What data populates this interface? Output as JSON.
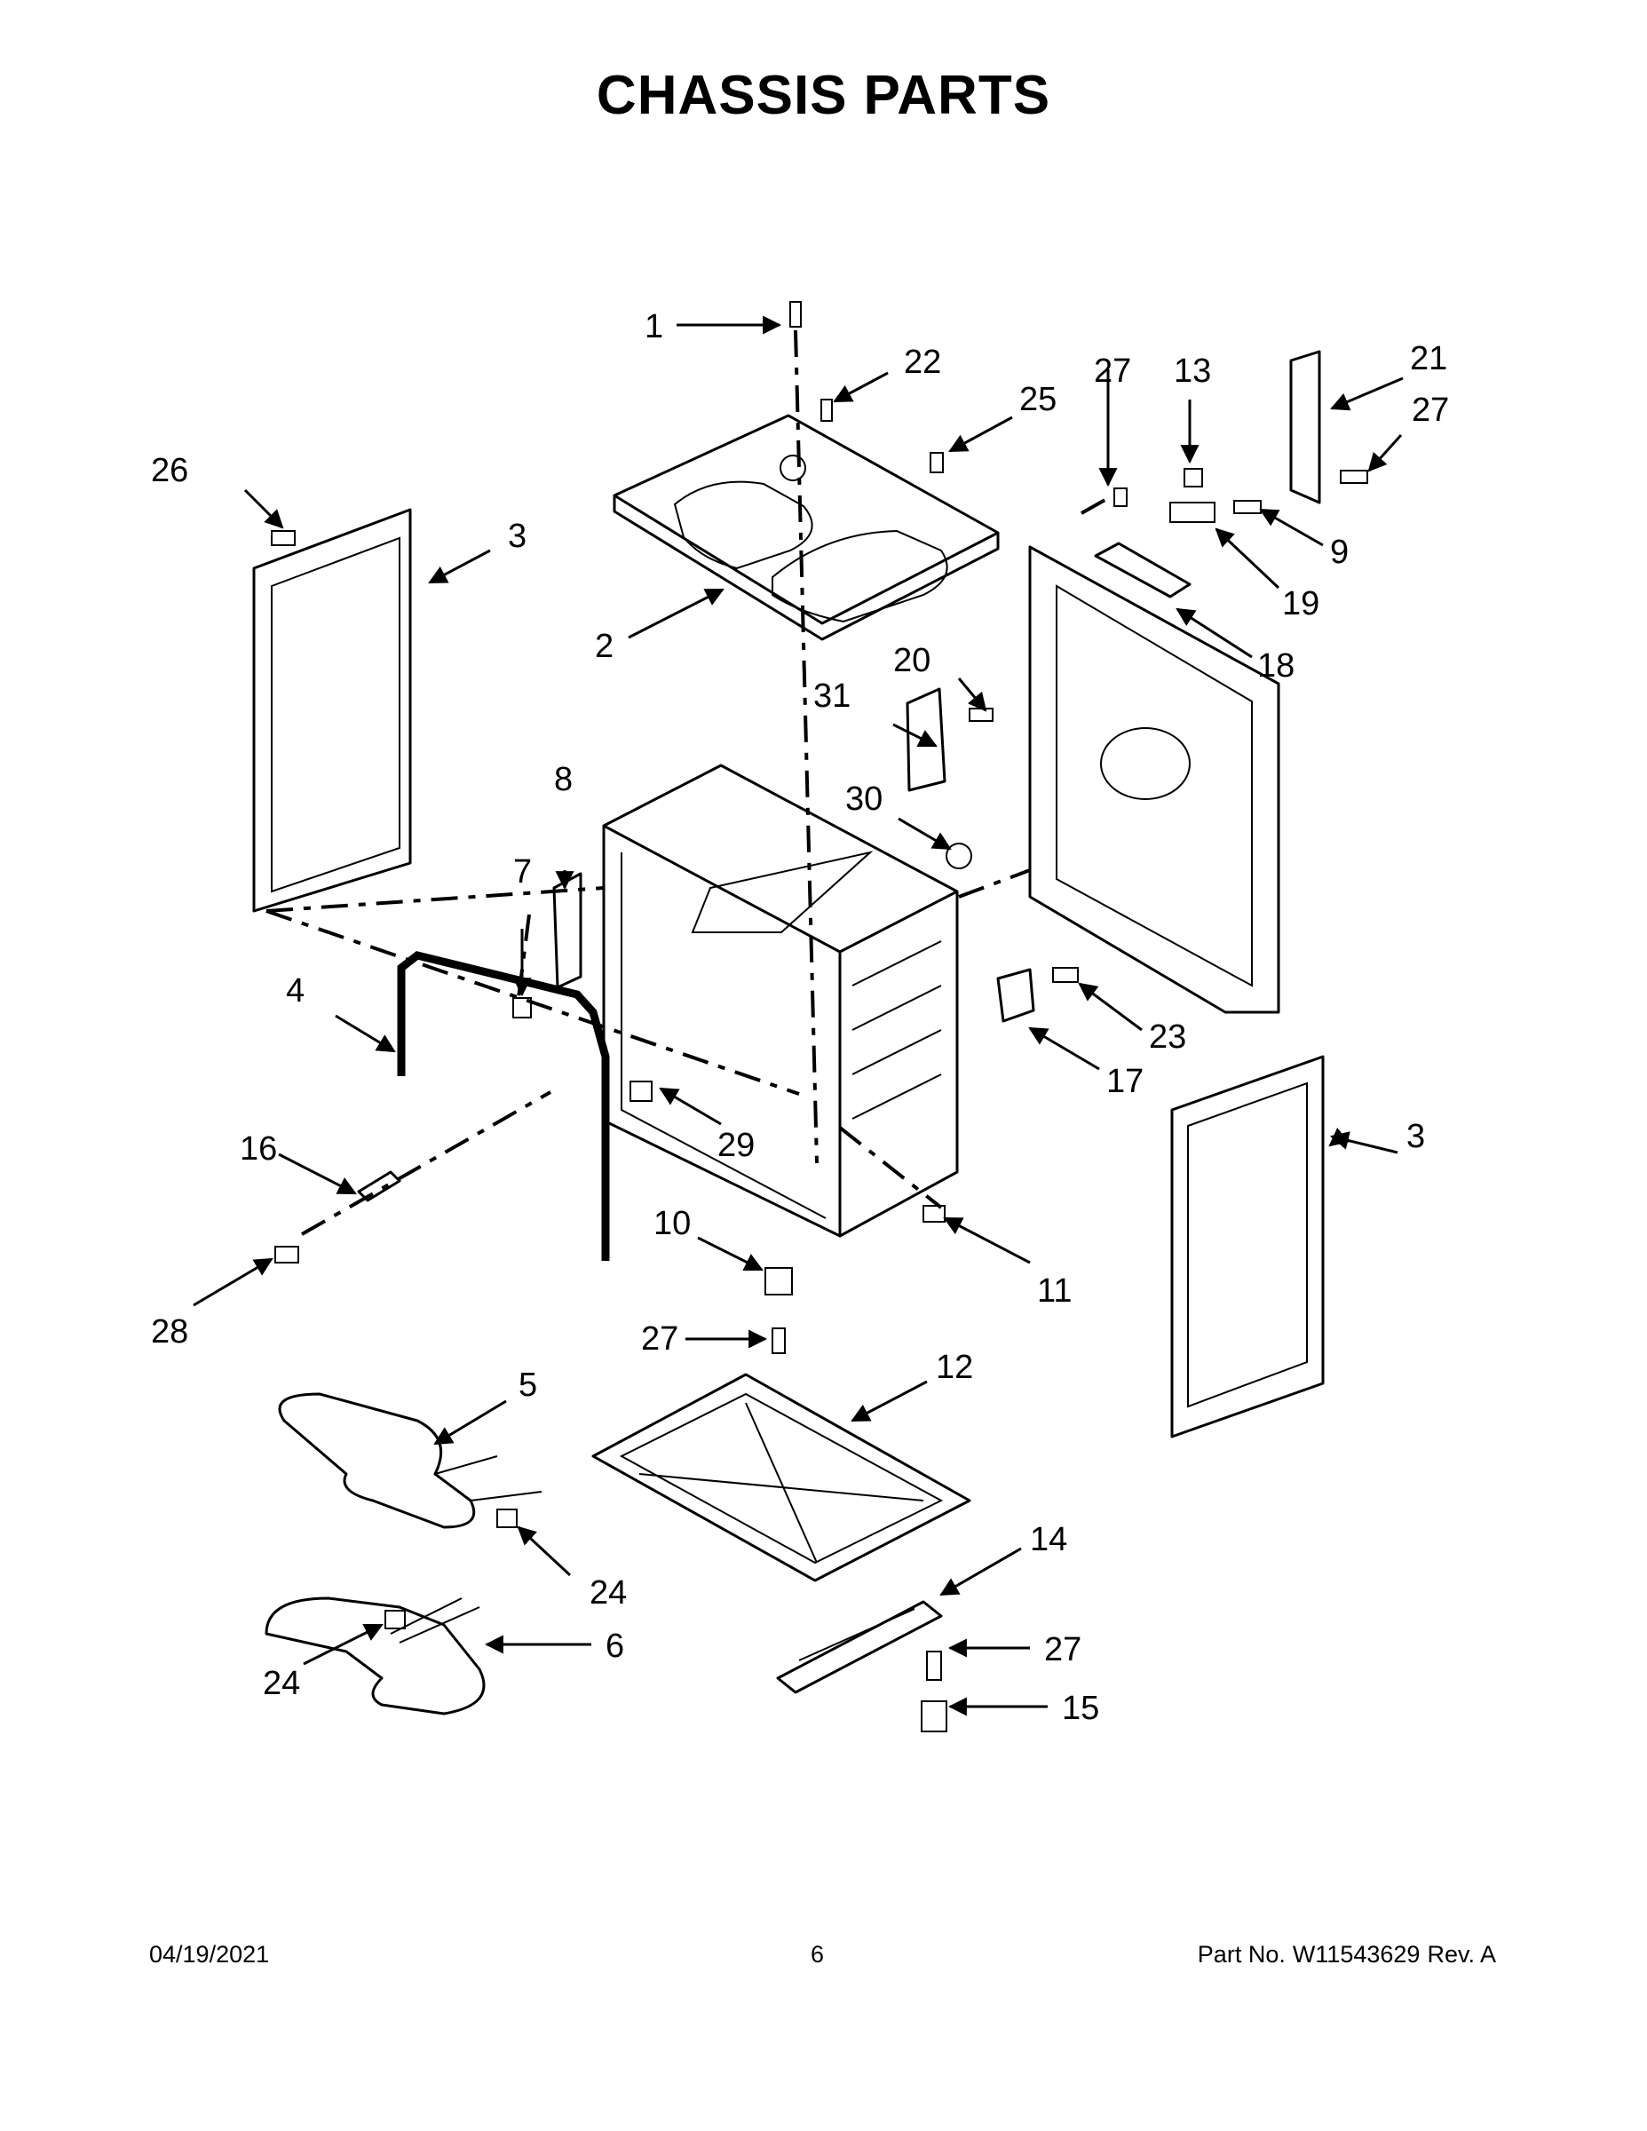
{
  "title": {
    "word1": "CHASSIS",
    "word2": "PARTS"
  },
  "callouts": {
    "c1": "1",
    "c2": "2",
    "c3a": "3",
    "c3b": "3",
    "c4": "4",
    "c5": "5",
    "c6": "6",
    "c7": "7",
    "c8": "8",
    "c9": "9",
    "c10": "10",
    "c11": "11",
    "c12": "12",
    "c13": "13",
    "c14": "14",
    "c15": "15",
    "c16": "16",
    "c17": "17",
    "c18": "18",
    "c19": "19",
    "c20": "20",
    "c21": "21",
    "c22": "22",
    "c23": "23",
    "c24a": "24",
    "c24b": "24",
    "c25": "25",
    "c26": "26",
    "c27a": "27",
    "c27b": "27",
    "c27c": "27",
    "c27d": "27",
    "c28": "28",
    "c29": "29",
    "c30": "30",
    "c31": "31"
  },
  "footer": {
    "date": "04/19/2021",
    "page": "6",
    "part_label": "Part No.",
    "part_number": "W11543629",
    "revision": "Rev. A"
  }
}
